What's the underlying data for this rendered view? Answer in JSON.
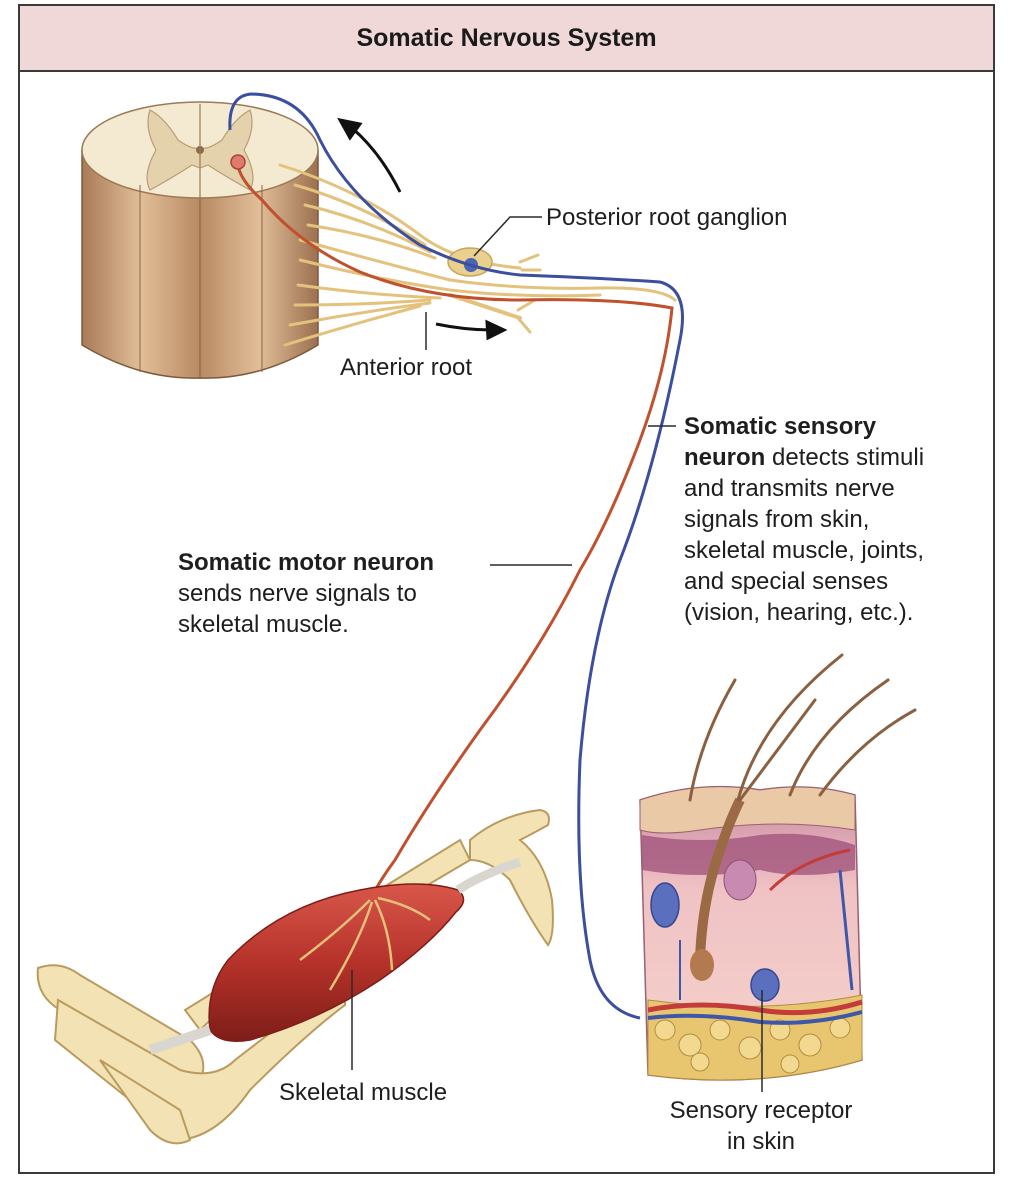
{
  "title": "Somatic Nervous System",
  "labels": {
    "posterior_root_ganglion": "Posterior root ganglion",
    "anterior_root": "Anterior root",
    "sensory_neuron": {
      "term": "Somatic sensory",
      "term2": "neuron",
      "rest1": " detects stimuli",
      "line3": "and transmits nerve",
      "line4": "signals from skin,",
      "line5": "skeletal muscle, joints,",
      "line6": "and special senses",
      "line7": "(vision, hearing, etc.)."
    },
    "motor_neuron": {
      "term": "Somatic motor neuron",
      "line2": "sends nerve signals to",
      "line3": "skeletal muscle."
    },
    "skeletal_muscle": "Skeletal muscle",
    "sensory_receptor": {
      "line1": "Sensory receptor",
      "line2": "in skin"
    }
  },
  "colors": {
    "sensory_neuron": "#3b4f9e",
    "motor_neuron": "#c0502e",
    "title_bar": "#f1d8d8",
    "spinal_cord": "#c9a079",
    "muscle": "#b5322a",
    "bone": "#f3e2b3"
  }
}
